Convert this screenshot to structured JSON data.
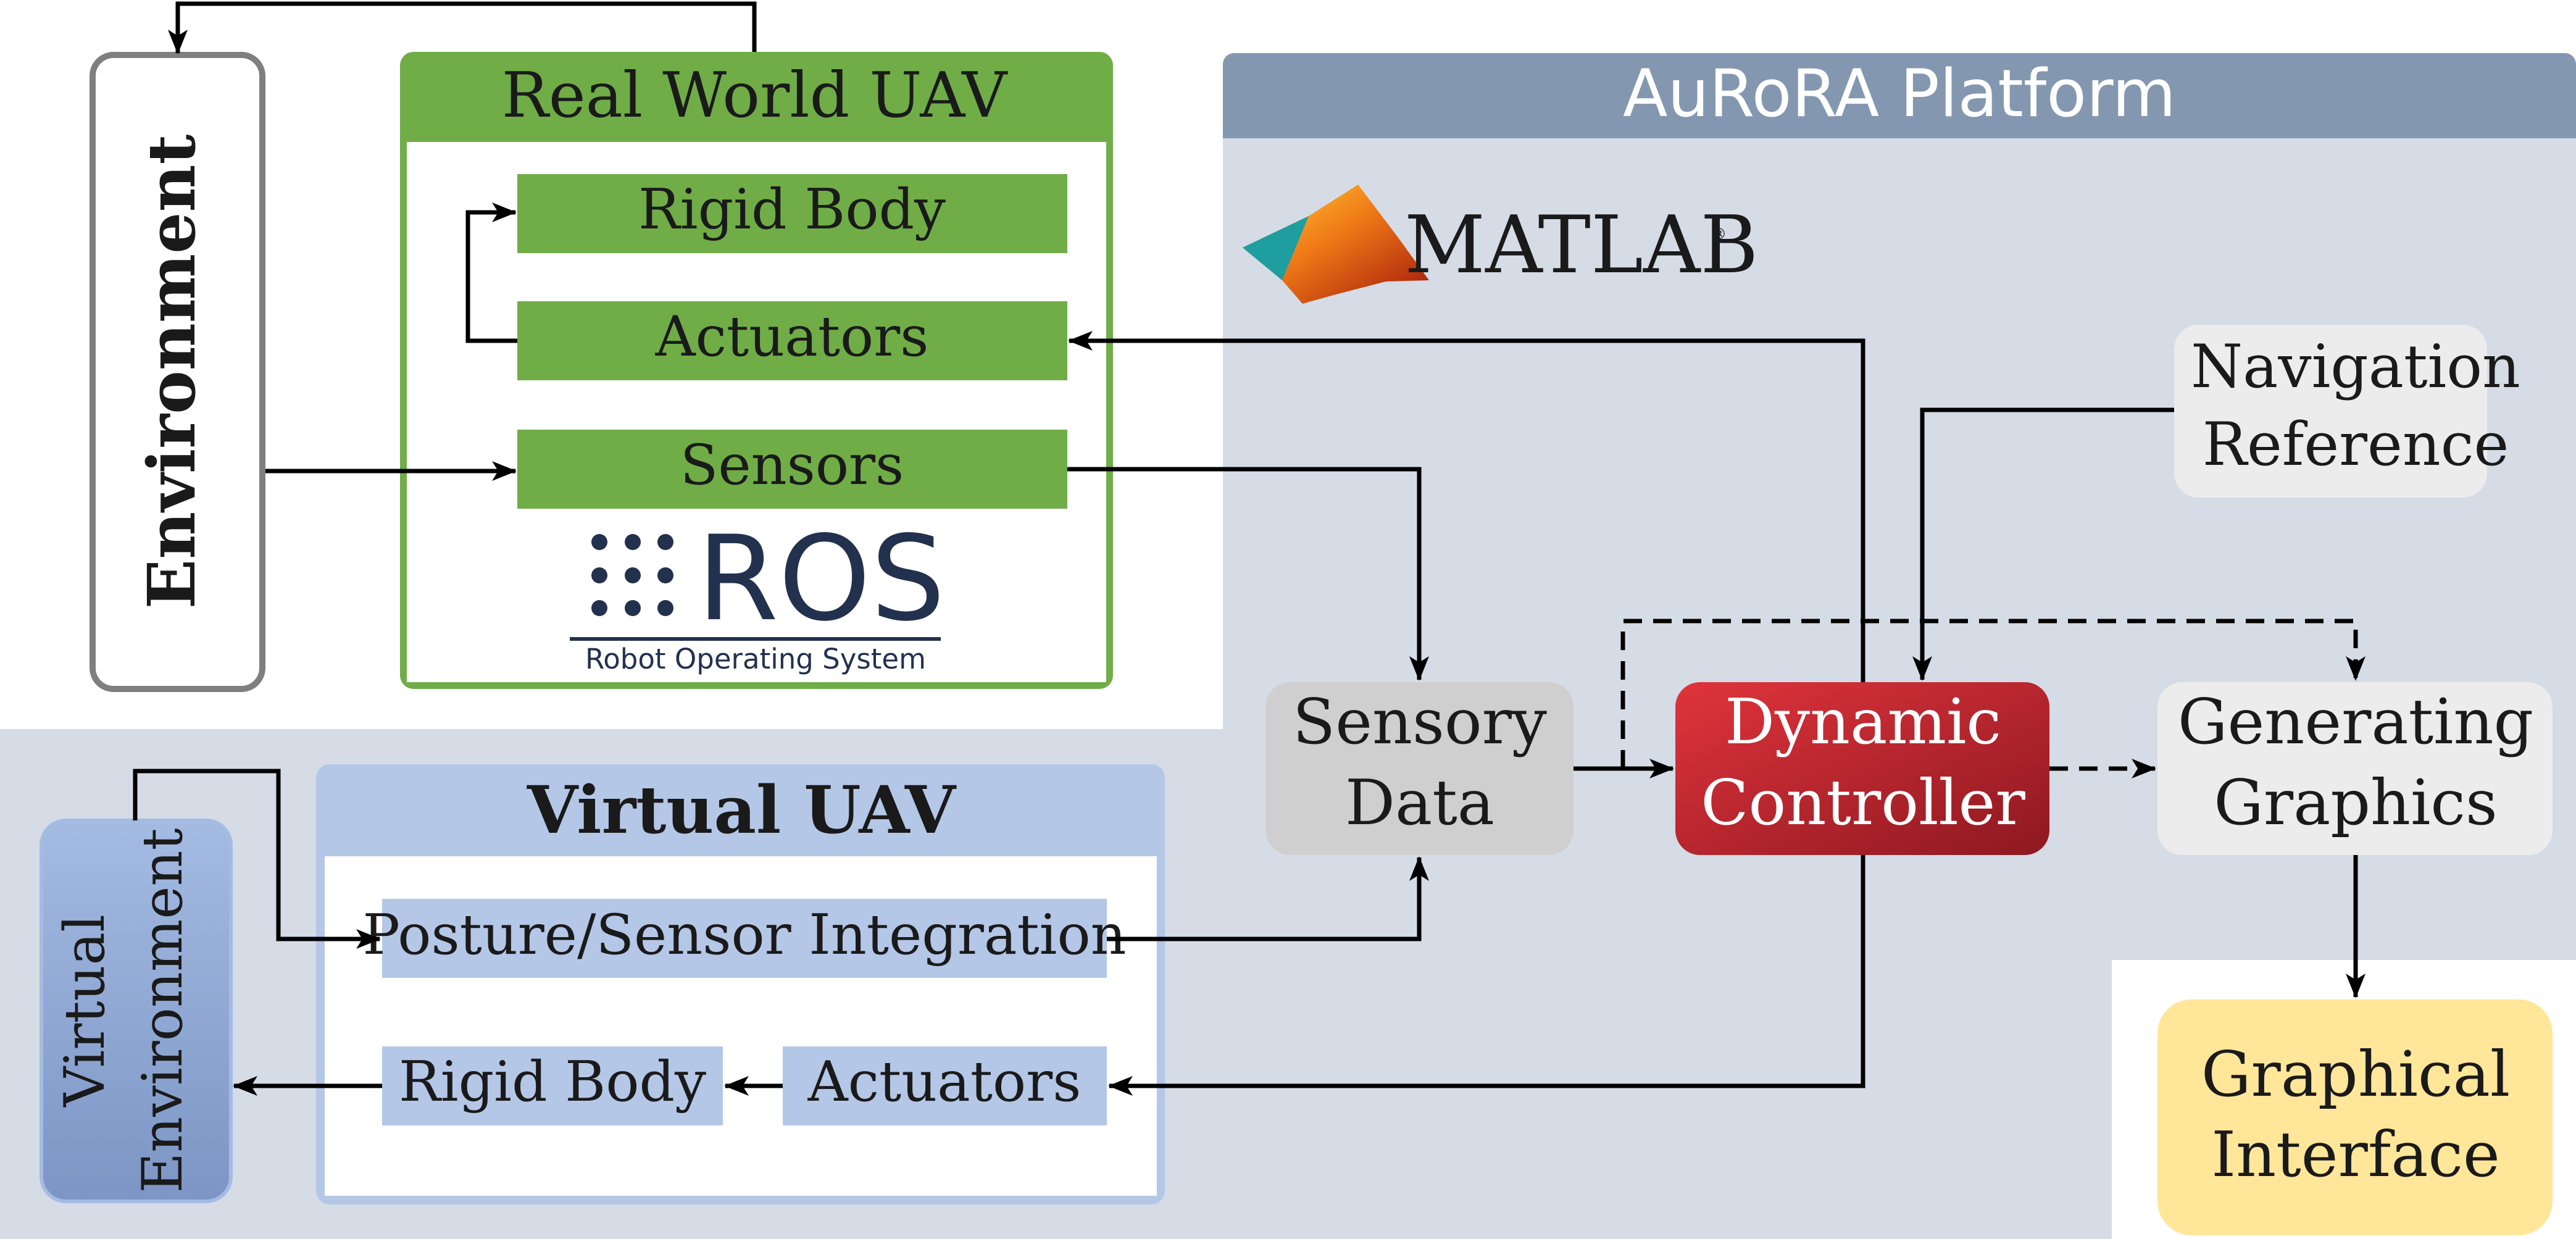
{
  "environment": {
    "label": "Environment"
  },
  "real_uav": {
    "title": "Real World UAV",
    "blocks": {
      "rigid_body": "Rigid Body",
      "actuators": "Actuators",
      "sensors": "Sensors"
    },
    "ros": {
      "logo_text": "ROS",
      "subtitle": "Robot Operating System"
    }
  },
  "platform": {
    "title": "AuRoRA Platform",
    "matlab_text": "MATLAB",
    "matlab_mark": "®"
  },
  "nodes": {
    "navigation_reference": [
      "Navigation",
      "Reference"
    ],
    "sensory_data": [
      "Sensory",
      "Data"
    ],
    "dynamic_controller": [
      "Dynamic",
      "Controller"
    ],
    "generating_graphics": [
      "Generating",
      "Graphics"
    ],
    "graphical_interface": [
      "Graphical",
      "Interface"
    ]
  },
  "virtual_uav": {
    "title": "Virtual UAV",
    "blocks": {
      "posture": "Posture/Sensor Integration",
      "rigid_body": "Rigid Body",
      "actuators": "Actuators"
    }
  },
  "virtual_environment": [
    "Virtual",
    "Environment"
  ],
  "colors": {
    "platform_bg": "#d5dce6",
    "platform_header": "#8497b0",
    "green_dark": "#70ad47",
    "blue_block": "#b4c7e7",
    "virtual_env": "#8fa9d6",
    "controller_red": "#c9252f",
    "graphical_yellow": "#ffe699",
    "sensory_gray": "#cfcfcf",
    "light_gray": "#ececec"
  }
}
